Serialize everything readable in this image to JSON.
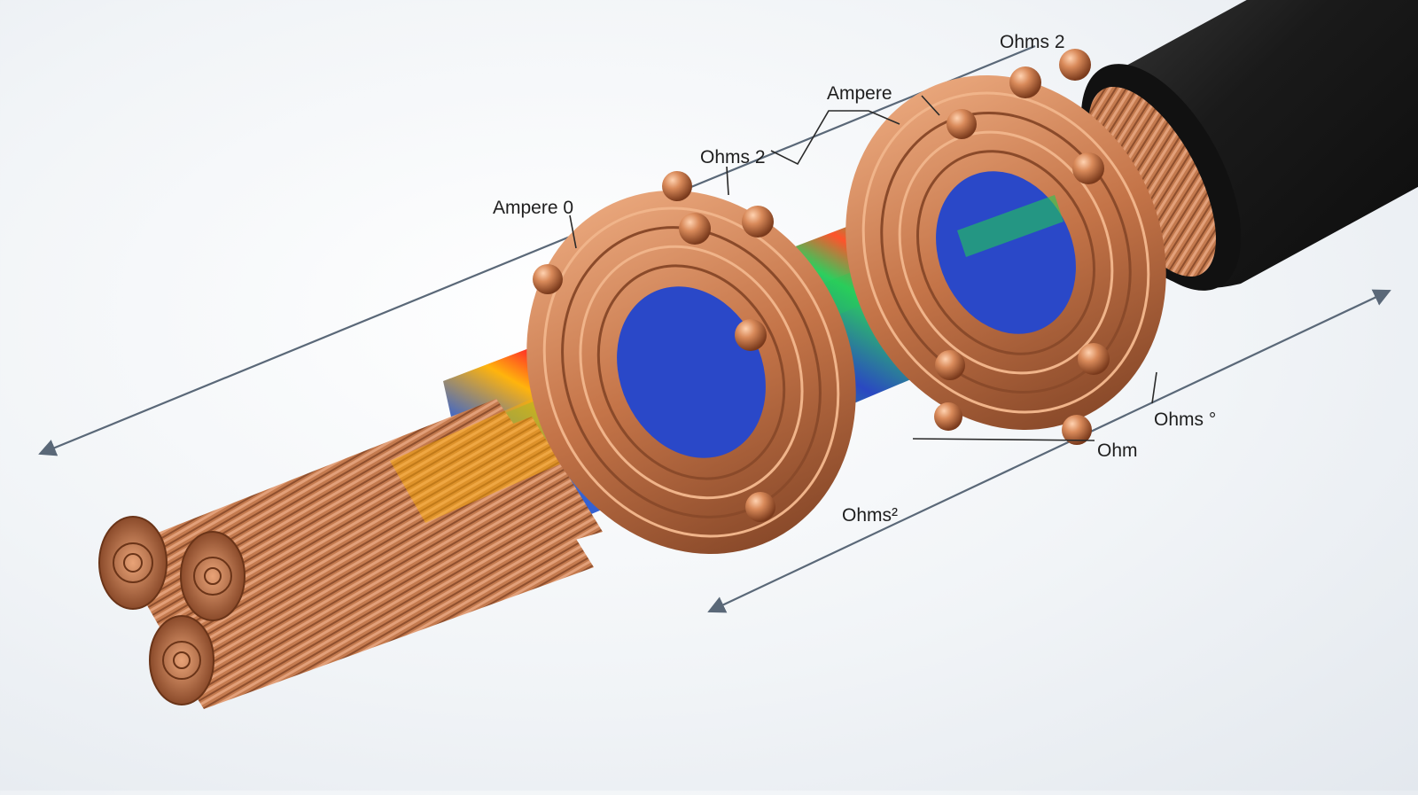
{
  "figure": {
    "labels": {
      "ohms_top": "Ohms 2",
      "ampere_top": "Ampere",
      "ohms_mid": "Ohms 2",
      "ampere_left": "Ampere 0",
      "ohms_right": "Ohms °",
      "ohm_right": "Ohm",
      "ohms_bottom": "Ohms²"
    },
    "colors": {
      "background": "#eef2f6",
      "copper": "#c87c52",
      "copper_dark": "#8a4a2a",
      "jacket": "#1c1c1c",
      "arrow": "#5a6878",
      "heat_low": "#1f3fbf",
      "heat_mid": "#22cc55",
      "heat_high": "#ff2a1a"
    },
    "icons": [
      "double-arrow-icon",
      "copper-bead-icon"
    ]
  }
}
